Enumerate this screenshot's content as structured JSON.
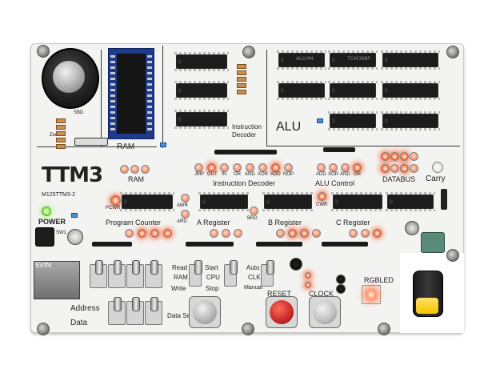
{
  "logo": "TTM3",
  "board_id": "M125TTM3-2",
  "sections": {
    "ram": "RAM",
    "alu": "ALU",
    "zener": "Zener",
    "sbd": "SBD",
    "instruction_decoder_top": "Instruction",
    "instruction_decoder_bottom": "Decoder",
    "instruction_decoder": "Instruction Decoder",
    "alu_control": "ALU Control",
    "databus": "DATABUS",
    "carry": "Carry",
    "program_counter": "Program Counter",
    "a_register": "A Register",
    "b_register": "B Register",
    "c_register": "C Register",
    "pcwr": "PCWR",
    "awr": "AWR",
    "ard": "ARD",
    "brd": "BRD",
    "cwr": "CWR",
    "power": "POWER",
    "sw1": "SW1",
    "dc5v": "5VIN",
    "address": "Address",
    "data": "Data",
    "data_set": "Data Set",
    "rgbled": "RGBLED",
    "reset": "RESET",
    "clock": "CLOCK"
  },
  "decoder_leds": [
    "JMP",
    "OUT",
    "IN",
    "OR",
    "AND",
    "XOR",
    "ADD",
    "NOP"
  ],
  "alu_control_leds": [
    "ADD",
    "XOR",
    "AND",
    "OR"
  ],
  "switch_labels": {
    "read": "Read",
    "ram": "RAM",
    "write": "Write",
    "start": "Start",
    "cpu": "CPU",
    "stop": "Stop",
    "auto": "Auto",
    "clk": "CLK",
    "manual": "Manual"
  },
  "chip_markings": {
    "alu_chip_1": "ALU/M4",
    "alu_chip_2": "TC4030BP"
  },
  "colors": {
    "board": "#f3f3f1",
    "silkscreen": "#222222",
    "led_on": "#ff5530",
    "led_green": "#8cff50",
    "reset_button": "#c62828",
    "clock_button": "#bdbdbd",
    "ram_chip": "#1e3a8a"
  }
}
